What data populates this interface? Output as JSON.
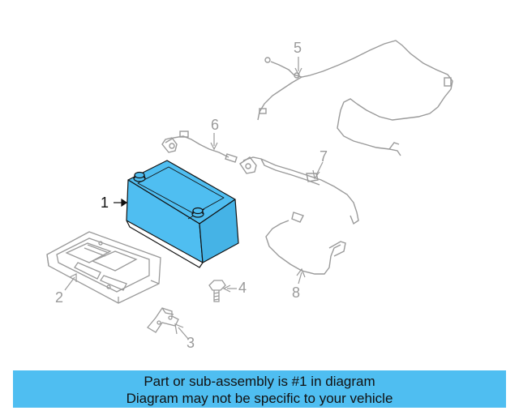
{
  "diagram": {
    "callouts": [
      "1",
      "2",
      "3",
      "4",
      "5",
      "6",
      "7",
      "8"
    ],
    "highlight_color": "#4fbef1",
    "line_color": "#9a9a9a"
  },
  "banner": {
    "line1": "Part or sub-assembly is #1 in diagram",
    "line2": "Diagram may not be specific to your vehicle",
    "color": "#4fbef1"
  }
}
